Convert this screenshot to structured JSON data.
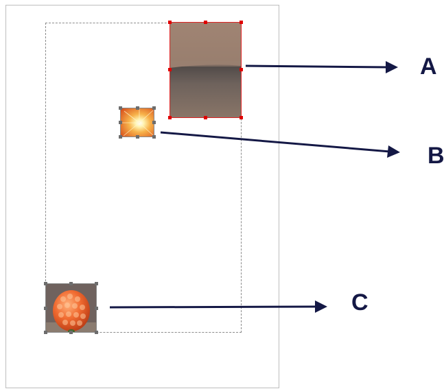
{
  "callouts": {
    "a": "A",
    "b": "B",
    "c": "C"
  },
  "images": {
    "a": {
      "name": "sand-texture-image",
      "selected": true
    },
    "b": {
      "name": "sunburst-image",
      "selected": true
    },
    "c": {
      "name": "raspberry-image",
      "selected": true
    }
  },
  "colors": {
    "selected_handle": "#e00000",
    "handle": "#6d6d6d",
    "arrow": "#141845"
  }
}
